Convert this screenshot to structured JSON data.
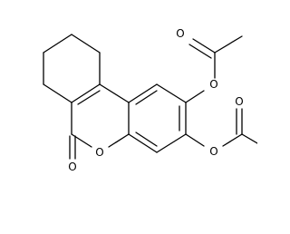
{
  "molecule": {
    "atoms": {
      "acetoxy_top_carbonyl_O": "O",
      "acetoxy_top_ester_O": "O",
      "acetoxy_lower_carbonyl_O": "O",
      "acetoxy_lower_ester_O": "O",
      "ring_O": "O",
      "lactone_carbonyl_O": "O"
    }
  }
}
